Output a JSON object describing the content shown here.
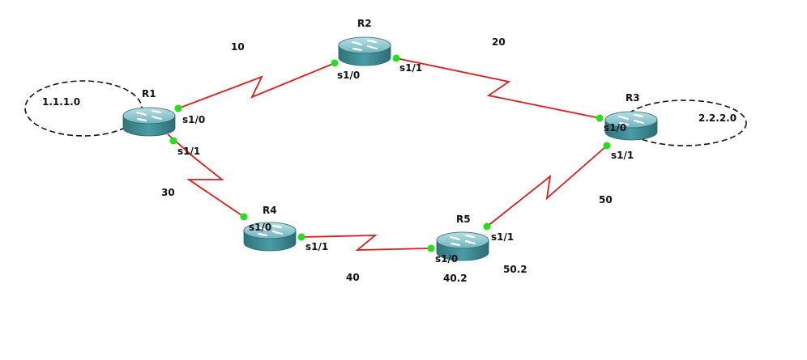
{
  "colors": {
    "background": "#ffffff",
    "link": "#e31b1b",
    "port_dot": "#22e01a",
    "router_body": "#3f8f98",
    "router_top": "#8cc7cf",
    "router_side_dark": "#2c6d75",
    "loopback_ring": "#111111",
    "text": "#111111"
  },
  "icons": {
    "router": "router-icon",
    "port": "port-dot-icon",
    "loopback": "loopback-ring-icon"
  },
  "routers": [
    {
      "id": "R1",
      "label": "R1"
    },
    {
      "id": "R2",
      "label": "R2"
    },
    {
      "id": "R3",
      "label": "R3"
    },
    {
      "id": "R4",
      "label": "R4"
    },
    {
      "id": "R5",
      "label": "R5"
    }
  ],
  "ports": {
    "r1_s10": "s1/0",
    "r1_s11": "s1/1",
    "r2_s10": "s1/0",
    "r2_s11": "s1/1",
    "r3_s10": "s1/0",
    "r3_s11": "s1/1",
    "r4_s10": "s1/0",
    "r4_s11": "s1/1",
    "r5_s10": "s1/0",
    "r5_s11": "s1/1"
  },
  "links": [
    {
      "id": "r1-r2",
      "from": "R1",
      "to": "R2",
      "network": "10"
    },
    {
      "id": "r2-r3",
      "from": "R2",
      "to": "R3",
      "network": "20"
    },
    {
      "id": "r1-r4",
      "from": "R1",
      "to": "R4",
      "network": "30"
    },
    {
      "id": "r4-r5",
      "from": "R4",
      "to": "R5",
      "network": "40"
    },
    {
      "id": "r5-r3",
      "from": "R5",
      "to": "R3",
      "network": "50"
    }
  ],
  "loopbacks": {
    "r1": "1.1.1.0",
    "r3": "2.2.2.0"
  },
  "host_addresses": {
    "r5_s10": "40.2",
    "r5_s11": "50.2"
  }
}
